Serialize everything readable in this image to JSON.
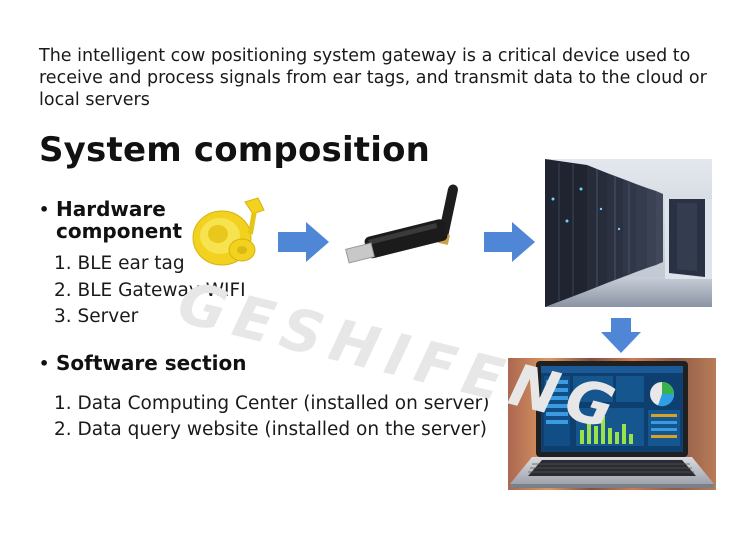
{
  "intro_text": "The intelligent cow positioning system gateway is a critical device used to receive and process signals from ear tags, and transmit data to the cloud or local servers",
  "title": "System composition",
  "bullet_glyph": "•",
  "hardware": {
    "heading_line1": "Hardware",
    "heading_line2": "component",
    "items": [
      "1. BLE ear tag",
      "2. BLE Gateway WIFI",
      "3. Server"
    ]
  },
  "software": {
    "heading": "Software section",
    "items": [
      "1. Data Computing Center (installed on server)",
      "2. Data query website (installed on the server)"
    ]
  },
  "watermark": "GESHIFENG",
  "colors": {
    "arrow": "#4f86d6",
    "ear_tag": "#f2d21e"
  },
  "icons": [
    "ear-tag-icon",
    "arrow-right-icon",
    "usb-gateway-icon",
    "server-room-icon",
    "arrow-down-icon",
    "laptop-dashboard-icon"
  ]
}
